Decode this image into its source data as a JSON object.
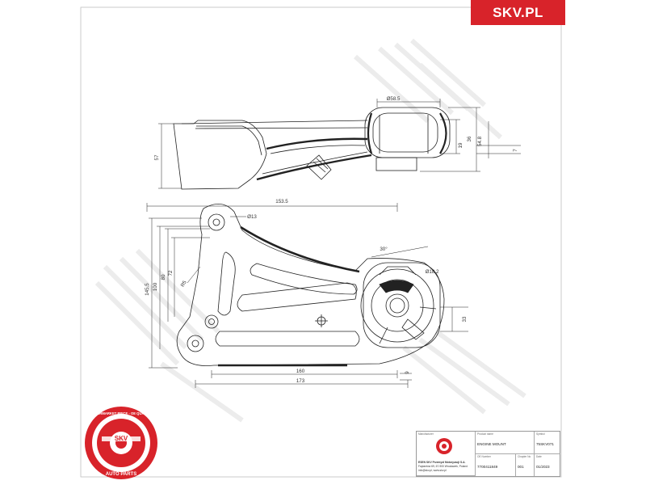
{
  "brand": {
    "label": "SKV.PL",
    "color": "#d8232a"
  },
  "stamp": {
    "ring_text": "AFTERMARKET PRICE - OE QUALITY",
    "center_text": "SKV",
    "bottom_text": "AUTO PARTS",
    "color": "#d8232a"
  },
  "dimensions": {
    "d1": "Ø58.5",
    "d2": "36",
    "d3": "19",
    "d4": "54.8",
    "d5": "57",
    "d6": "7",
    "d7": "153.5",
    "d8": "Ø13",
    "d9": "145.5",
    "d10": "100",
    "d11": "80",
    "d12": "72",
    "d13": "R5",
    "d14": "30°",
    "d15": "Ø18.2",
    "d16": "33",
    "d17": "160",
    "d18": "173",
    "d19": "9"
  },
  "title_block": {
    "manufacturer_label": "Manufacturer",
    "company_line1": "ESEN SKV Przemysł Motoryzacji S.A.",
    "company_line2": "Fapiantów 69, 67-900 Wrocławek, Poland",
    "company_line3": "info@skv.pl, www.skv.pl",
    "product_label": "Product name",
    "product_value": "ENGINE MOUNT",
    "symbol_label": "Symbol",
    "symbol_value": "75SKV071",
    "oe_label": "OE Number",
    "oe_value": "7700411849",
    "chapter_label": "Chapter No",
    "chapter_value": "001",
    "date_label": "Date",
    "date_value": "01/2023"
  }
}
